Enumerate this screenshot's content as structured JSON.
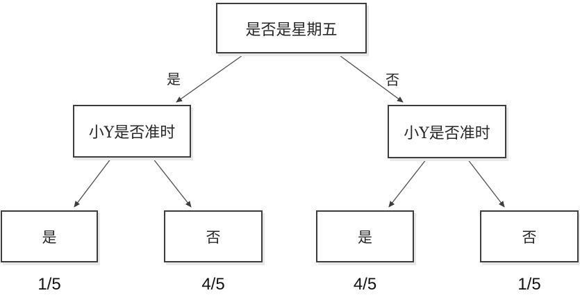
{
  "diagram": {
    "type": "decision-tree",
    "nodes": {
      "root": {
        "label": "是否是星期五"
      },
      "mid_left": {
        "label": "小Y是否准时"
      },
      "mid_right": {
        "label": "小Y是否准时"
      },
      "leaf_1": {
        "label": "是"
      },
      "leaf_2": {
        "label": "否"
      },
      "leaf_3": {
        "label": "是"
      },
      "leaf_4": {
        "label": "否"
      }
    },
    "edge_labels": {
      "root_to_mid_left": "是",
      "root_to_mid_right": "否"
    },
    "probabilities": {
      "leaf_1": "1/5",
      "leaf_2": "4/5",
      "leaf_3": "4/5",
      "leaf_4": "1/5"
    },
    "colors": {
      "background": "#ffffff",
      "box_border": "#3d3d3d",
      "box_shadow": "#e9e9e9",
      "arrow": "#4d4d4d",
      "text": "#262626"
    }
  }
}
